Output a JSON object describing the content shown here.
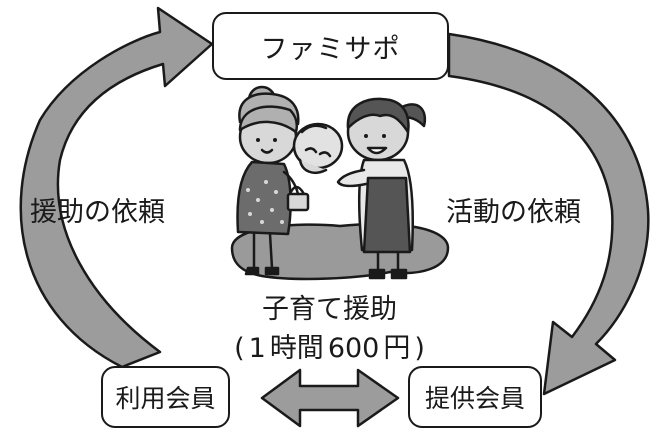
{
  "nodes": {
    "top": "ファミサポ",
    "bottom_left": "利用会員",
    "bottom_right": "提供会員"
  },
  "edges": {
    "left": "援助の依頼",
    "right": "活動の依頼"
  },
  "center": {
    "title": "子育て援助",
    "fee_open": "(",
    "fee_value": "1",
    "fee_unit_time": "時間",
    "fee_amount": "600",
    "fee_currency": "円",
    "fee_close": ")"
  },
  "colors": {
    "arrow_fill": "#9c9c9c",
    "arrow_stroke": "#1a1a1a",
    "ground": "#9a9a9a"
  },
  "icons": {
    "illustration": "mother-baby-caregiver-illustration"
  }
}
